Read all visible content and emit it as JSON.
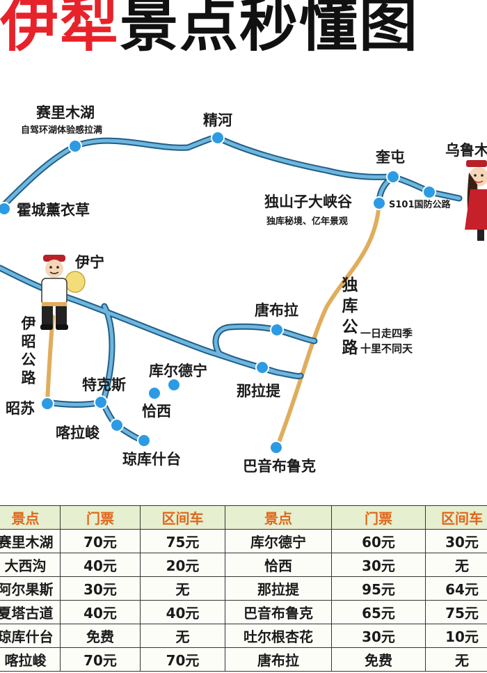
{
  "header": {
    "title_red": "伊犁",
    "title_black": "景点秒懂图"
  },
  "map": {
    "places": {
      "sailimu": "赛里木湖",
      "sailimu_note": "自驾环湖体验感拉满",
      "jinghe": "精河",
      "kuitun": "奎屯",
      "urumqi": "乌鲁木",
      "dushanzi": "独山子大峡谷",
      "dushanzi_note": "独库秘境、亿年景观",
      "s101": "S101国防公路",
      "huocheng": "霍城薰衣草",
      "yining": "伊宁",
      "tangbula": "唐布拉",
      "duku_note_1": "一日走四季",
      "duku_note_2": "十里不同天",
      "kuerdening": "库尔德宁",
      "tekesi": "特克斯",
      "naxalati": "那拉提",
      "zhaosu": "昭苏",
      "qiaxi": "恰西",
      "kalajun": "喀拉峻",
      "qiongkushitai": "琼库什台",
      "bayinbuluke": "巴音布鲁克"
    },
    "roads": {
      "zhaosu_road": "伊昭公路",
      "duku_road": "独库公路"
    },
    "colors": {
      "road": "#3b8fc4",
      "highway": "#e0ad5c",
      "marker": "#2d9be3"
    }
  },
  "table": {
    "headers": [
      "景点",
      "门票",
      "区间车",
      "景点",
      "门票",
      "区间车"
    ],
    "rows": [
      [
        "赛里木湖",
        "70元",
        "75元",
        "库尔德宁",
        "60元",
        "30元"
      ],
      [
        "大西沟",
        "40元",
        "20元",
        "恰西",
        "30元",
        "无"
      ],
      [
        "阿尔果斯",
        "30元",
        "无",
        "那拉提",
        "95元",
        "64元"
      ],
      [
        "夏塔古道",
        "40元",
        "40元",
        "巴音布鲁克",
        "65元",
        "75元"
      ],
      [
        "琼库什台",
        "免费",
        "无",
        "吐尔根杏花",
        "30元",
        "10元"
      ],
      [
        "喀拉峻",
        "70元",
        "70元",
        "唐布拉",
        "免费",
        "无"
      ]
    ]
  }
}
